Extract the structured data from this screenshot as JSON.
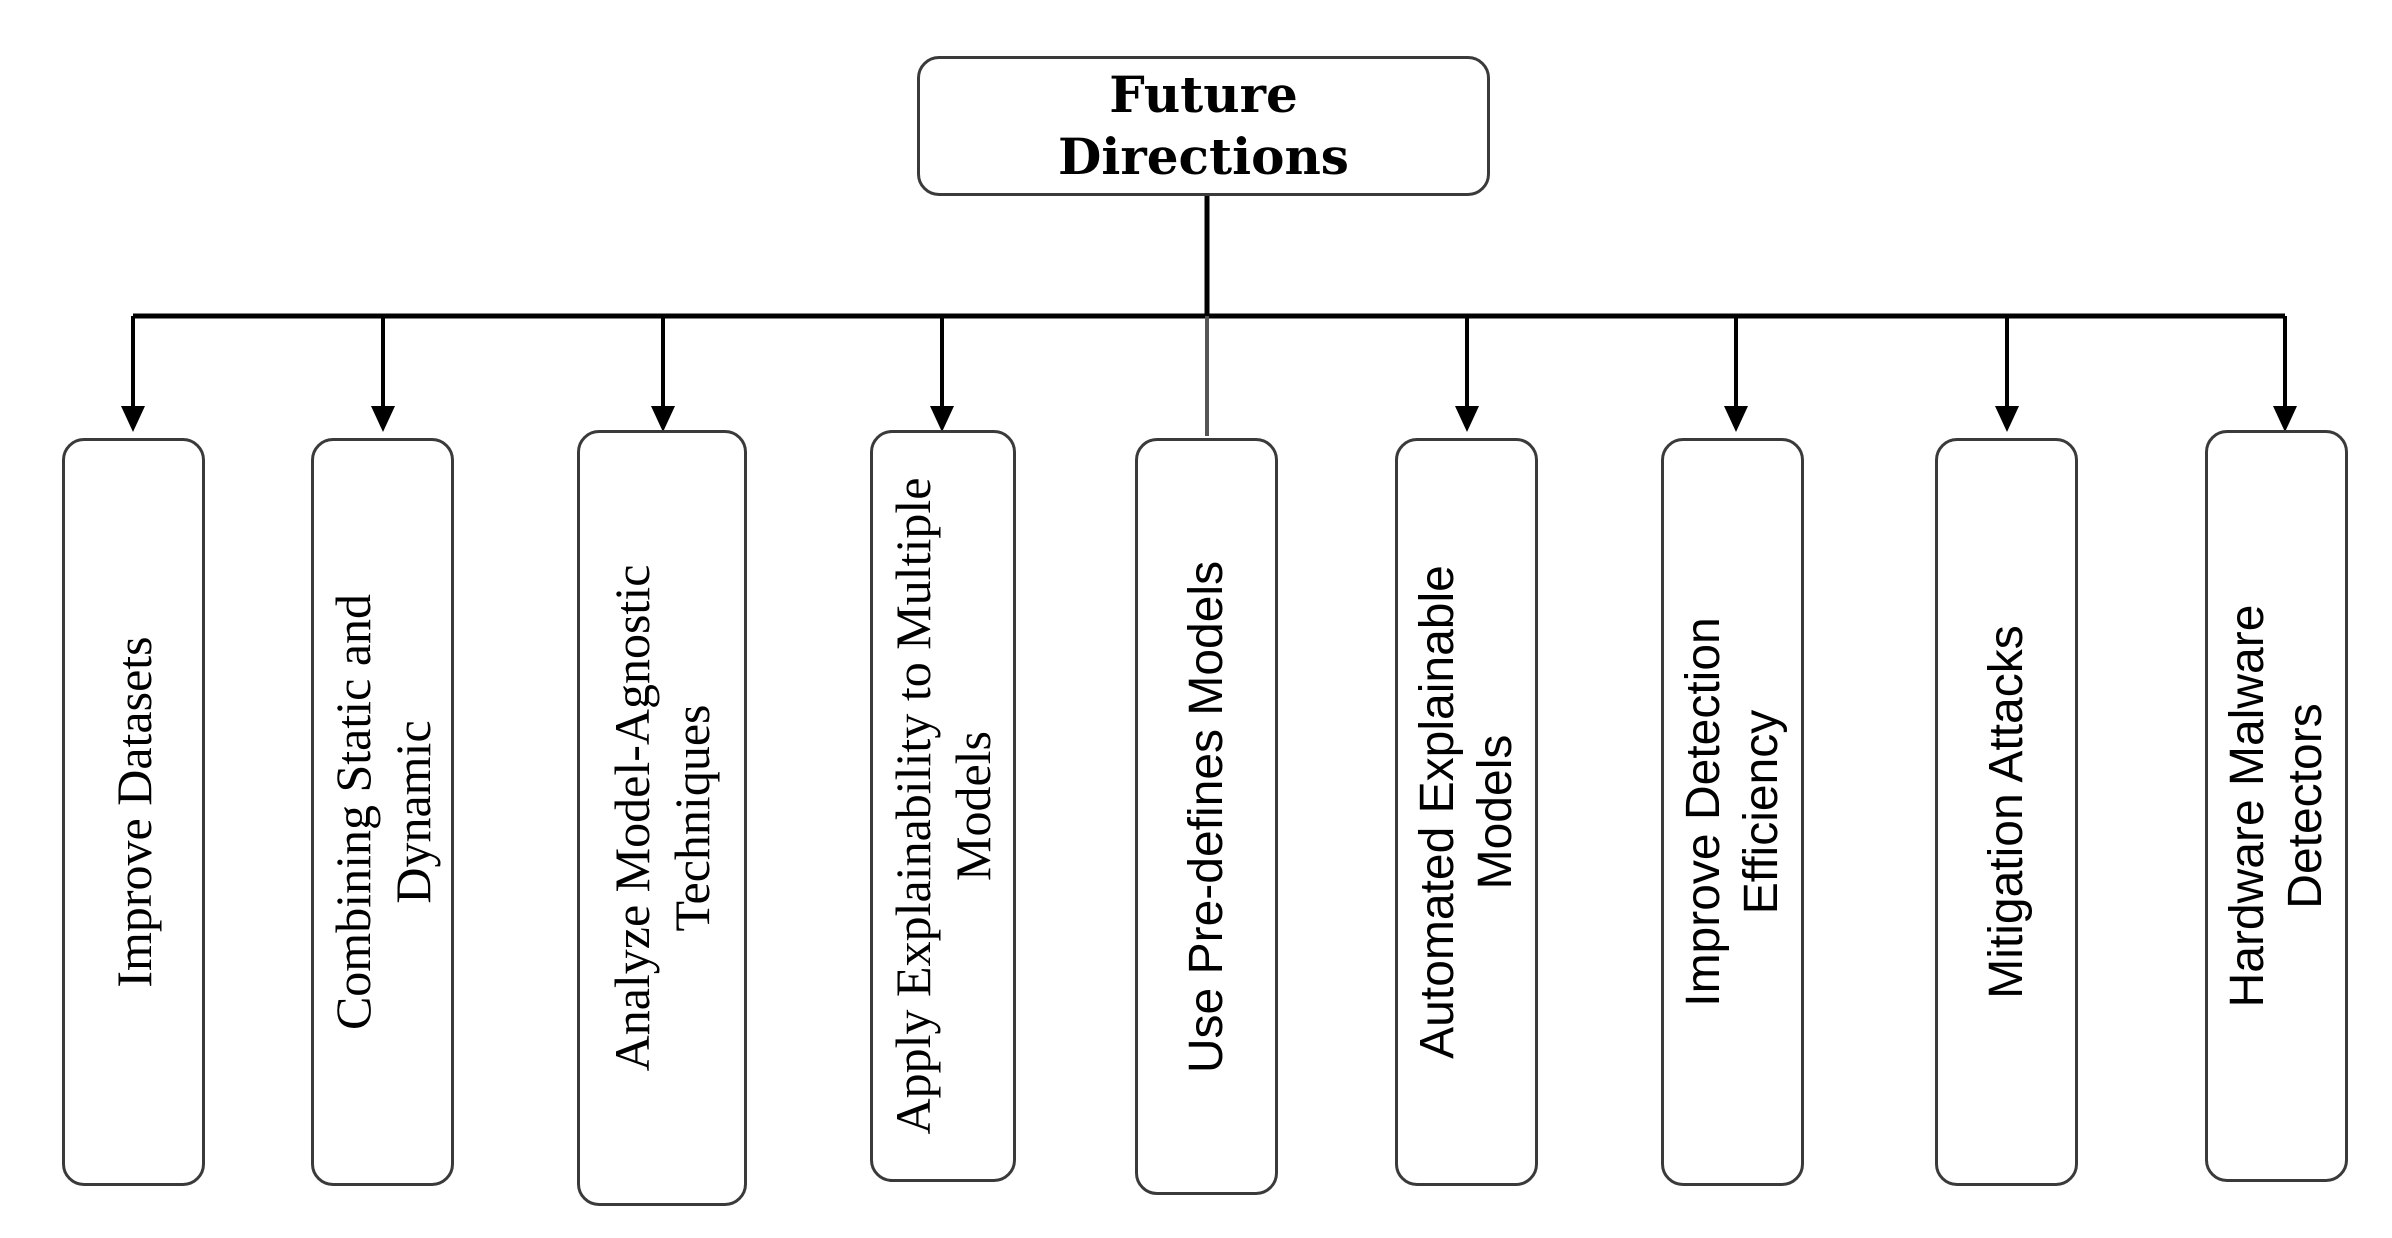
{
  "root": {
    "title": "Future Directions"
  },
  "children": [
    {
      "label": "Improve Datasets"
    },
    {
      "label": "Combining Static and Dynamic"
    },
    {
      "label": "Analyze Model-Agnostic Techniques"
    },
    {
      "label": "Apply Explainability to Multiple Models"
    },
    {
      "label": "Use Pre-defines Models"
    },
    {
      "label": "Automated Explainable Models"
    },
    {
      "label": "Improve Detection Efficiency"
    },
    {
      "label": "Mitigation Attacks"
    },
    {
      "label": "Hardware Malware Detectors"
    }
  ],
  "colors": {
    "line": "#000000",
    "box_border": "#3a3a3a"
  }
}
